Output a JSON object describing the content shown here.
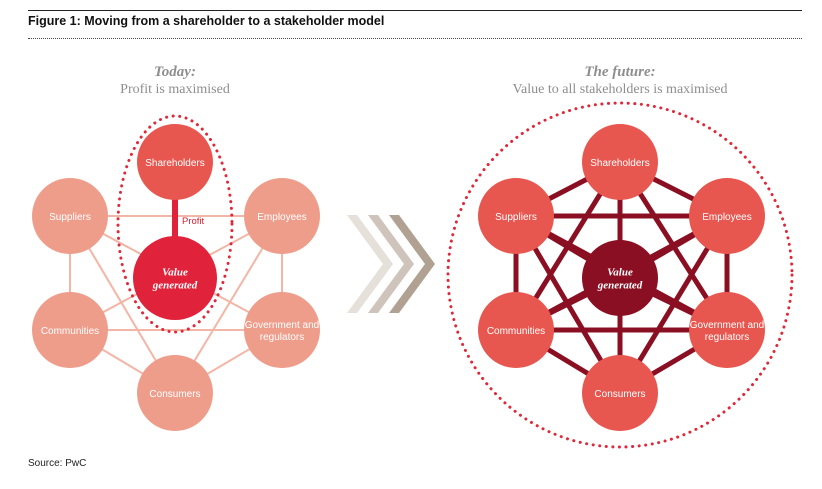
{
  "figure": {
    "title": "Figure 1: Moving from a shareholder to a stakeholder model",
    "source": "Source: PwC"
  },
  "today": {
    "heading": "Today:",
    "subheading": "Profit is maximised",
    "center": [
      "Value",
      "generated"
    ],
    "profit_label": "Profit",
    "nodes": {
      "shareholders": [
        "Shareholders"
      ],
      "suppliers": [
        "Suppliers"
      ],
      "employees": [
        "Employees"
      ],
      "communities": [
        "Communities"
      ],
      "government": [
        "Government and",
        "regulators"
      ],
      "consumers": [
        "Consumers"
      ]
    }
  },
  "future": {
    "heading": "The future:",
    "subheading": "Value to all stakeholders is maximised",
    "center": [
      "Value",
      "generated"
    ],
    "nodes": {
      "shareholders": [
        "Shareholders"
      ],
      "suppliers": [
        "Suppliers"
      ],
      "employees": [
        "Employees"
      ],
      "communities": [
        "Communities"
      ],
      "government": [
        "Government and",
        "regulators"
      ],
      "consumers": [
        "Consumers"
      ]
    }
  },
  "colors": {
    "light_node": "#ef9d8b",
    "dark_node": "#e8574f",
    "today_center": "#e0233a",
    "future_center": "#8b0f22",
    "light_link": "#f3b5a6",
    "dark_link": "#8b0f22",
    "dots": "#dd2a3a",
    "arrow_1": "#e6e0da",
    "arrow_2": "#cfc4bb",
    "arrow_3": "#b0a193"
  }
}
